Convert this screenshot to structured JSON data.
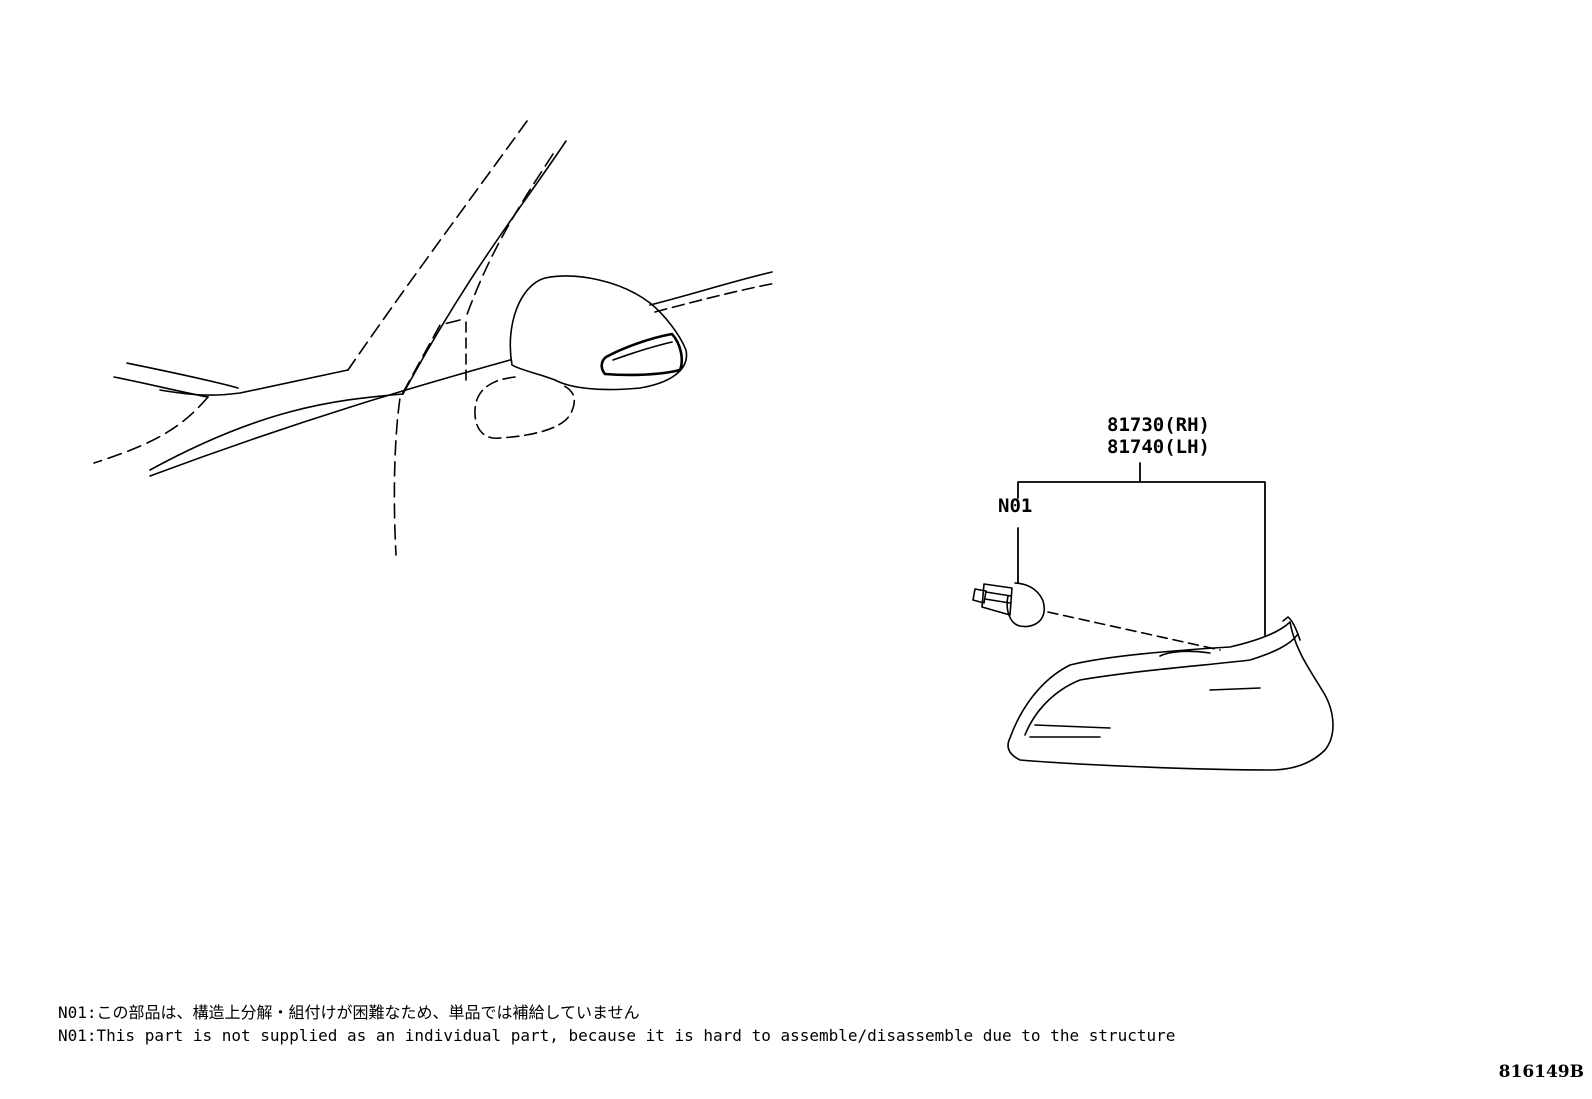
{
  "callouts": {
    "part_rh": "81730(RH)",
    "part_lh": "81740(LH)",
    "note_ref": "N01"
  },
  "notes": {
    "jp": "N01:この部品は、構造上分解・組付けが困難なため、単品では補給していません",
    "en": "N01:This part is not supplied as an individual part, because it is hard to assemble/disassemble due to the structure"
  },
  "figure_id": "816149B"
}
